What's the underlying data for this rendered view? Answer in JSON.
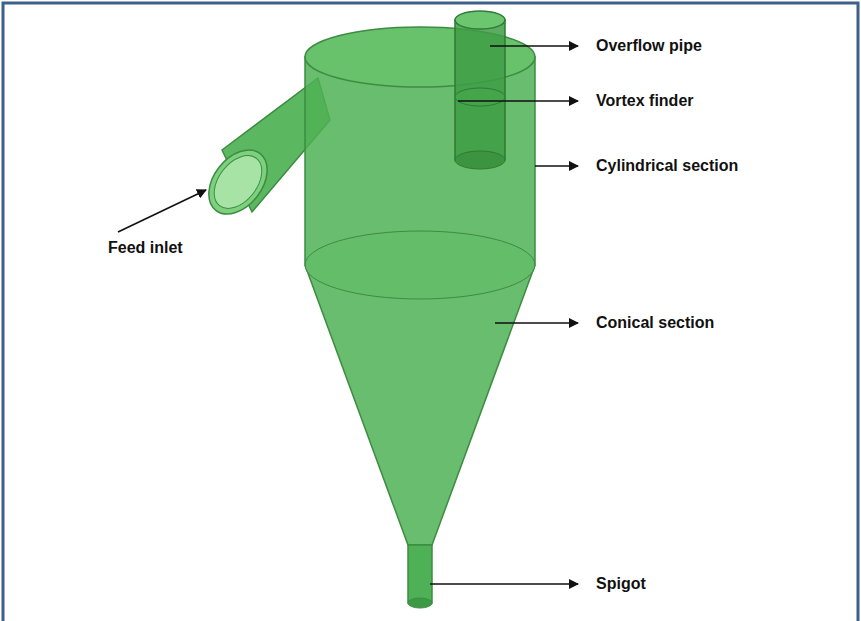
{
  "diagram": {
    "labels": [
      "Overflow pipe",
      "Vortex finder",
      "Cylindrical section",
      "Feed inlet",
      "Conical section",
      "Spigot"
    ]
  }
}
